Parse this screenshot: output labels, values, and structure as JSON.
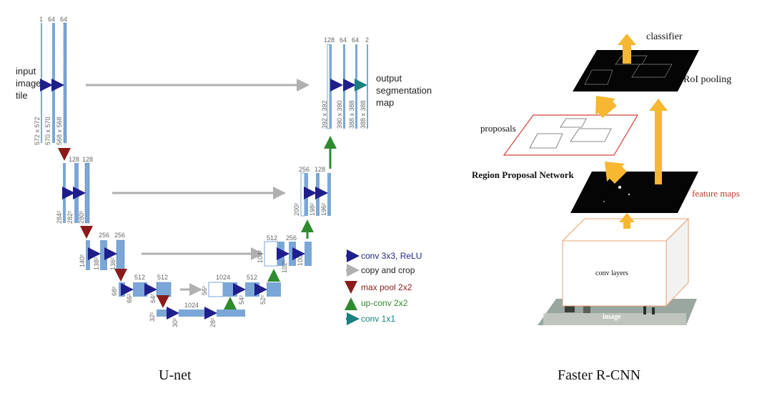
{
  "unet": {
    "caption": "U-net",
    "input_label": [
      "input",
      "image",
      "tile"
    ],
    "output_label": [
      "output",
      "segmentation",
      "map"
    ],
    "level1": {
      "channels": [
        "1",
        "64",
        "64"
      ],
      "sizes": [
        "572 x 572",
        "570 x 570",
        "568 x 568"
      ]
    },
    "level2": {
      "channels": [
        "128",
        "128"
      ],
      "sizes": [
        "284²",
        "282²",
        "280²"
      ]
    },
    "level3": {
      "channels": [
        "256",
        "256"
      ],
      "sizes": [
        "140²",
        "138²",
        "136²"
      ]
    },
    "level4": {
      "channels": [
        "512",
        "512"
      ],
      "sizes": [
        "68²",
        "66²",
        "64²"
      ]
    },
    "bottom": {
      "channels": [
        "1024"
      ],
      "sizes": [
        "32²",
        "30²",
        "28²"
      ]
    },
    "up4": {
      "channels": [
        "1024",
        "512"
      ],
      "sizes": [
        "56²",
        "54²",
        "52²"
      ]
    },
    "up3": {
      "channels": [
        "512",
        "256"
      ],
      "sizes": [
        "104²",
        "102²",
        "100²"
      ]
    },
    "up2": {
      "channels": [
        "256",
        "128"
      ],
      "sizes": [
        "200²",
        "198²",
        "196²"
      ]
    },
    "up1": {
      "channels": [
        "128",
        "64",
        "64",
        "2"
      ],
      "sizes": [
        "392 x 392",
        "390 x 390",
        "388 x 388",
        "388 x 388"
      ]
    },
    "legend": [
      {
        "label": "conv 3x3, ReLU",
        "color": "#1f1f8c"
      },
      {
        "label": "copy and crop",
        "color": "#a6a6a6"
      },
      {
        "label": "max pool 2x2",
        "color": "#8b1a1a"
      },
      {
        "label": "up-conv 2x2",
        "color": "#2e8b2e"
      },
      {
        "label": "conv 1x1",
        "color": "#1a8080"
      }
    ],
    "colors": {
      "feature_map": "#7ba7d8",
      "conv": "#1f1f8c",
      "copy": "#b0b0b0",
      "pool": "#8b1a1a",
      "upconv": "#2e8b2e",
      "conv1x1": "#1a8080"
    }
  },
  "rcnn": {
    "caption": "Faster R-CNN",
    "classifier": "classifier",
    "roi_pooling": "RoI pooling",
    "proposals": "proposals",
    "rpn": "Region Proposal Network",
    "feature_maps": "feature maps",
    "conv_layers": "conv layers",
    "image": "image",
    "colors": {
      "arrow": "#f7b731",
      "proposal_border": "#d0403a",
      "feature_maps_text": "#c0392b",
      "conv_border": "#e8a070"
    }
  }
}
